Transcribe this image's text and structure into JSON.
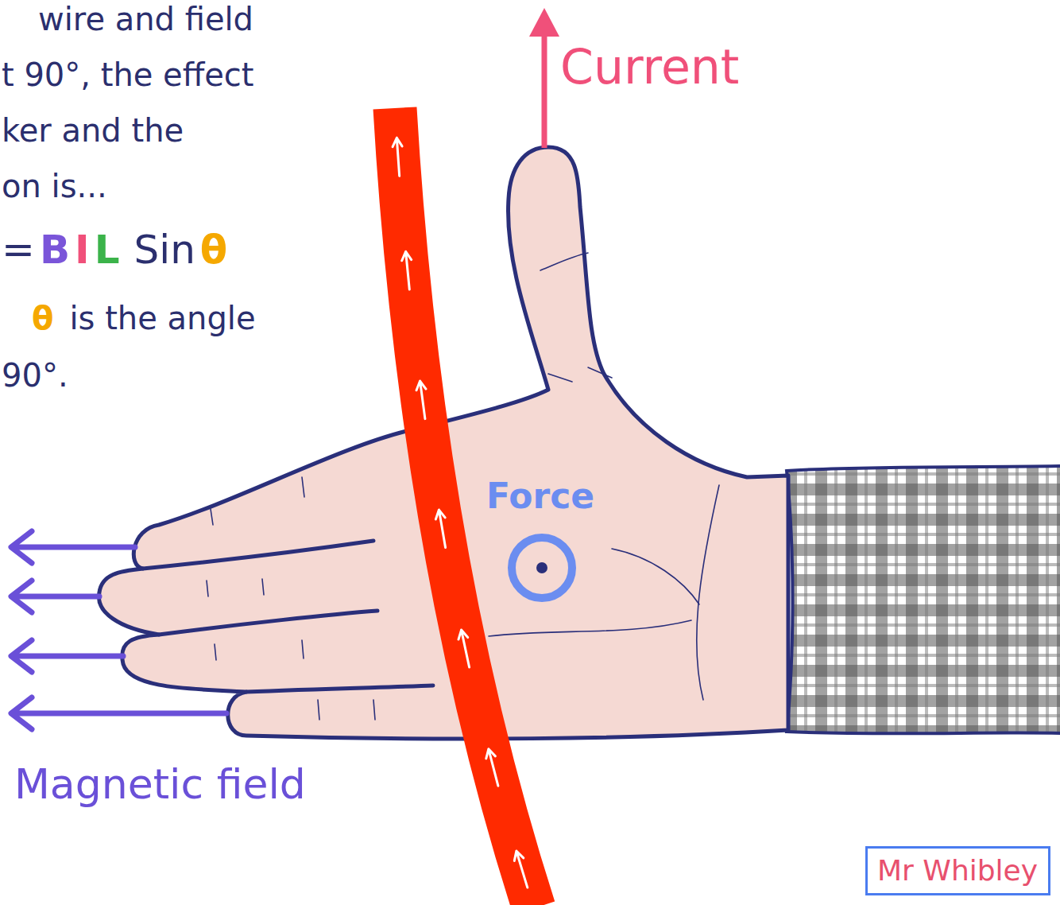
{
  "diagram": {
    "nodes": [
      {
        "text": [
          "Mr Whibley"
        ]
      }
    ],
    "labels": [
      "wire and field",
      "t 90°, the effect",
      "ker and the",
      "on is...",
      "=",
      "B",
      "I",
      "L",
      "Sin",
      "θ",
      "θ",
      "is the angle",
      "90°.",
      "Current",
      "Force",
      "Magnetic field"
    ]
  }
}
